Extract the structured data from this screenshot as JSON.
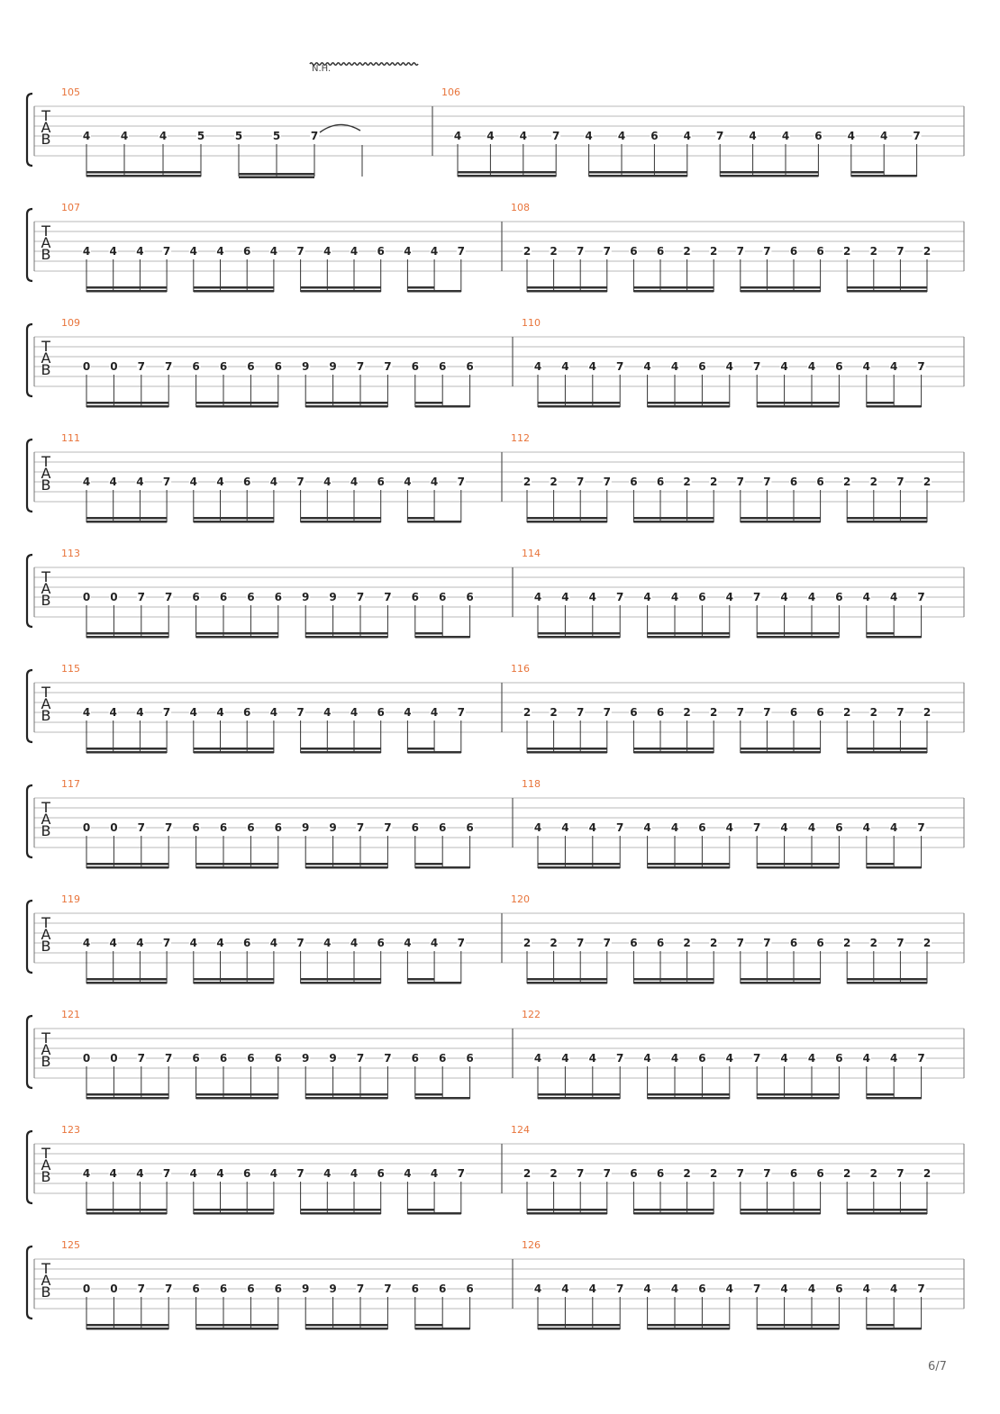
{
  "page": {
    "number_label": "6/7"
  },
  "colors": {
    "measure_number": "#e8743b",
    "staff_line": "#b8b8b8",
    "ink": "#333333"
  },
  "tab_clef": {
    "letters": [
      "T",
      "A",
      "B"
    ]
  },
  "annotations": {
    "natural_harmonic": "N.H."
  },
  "patterns": {
    "A": [
      "4",
      "4",
      "4",
      "7",
      "4",
      "4",
      "6",
      "4",
      "7",
      "4",
      "4",
      "6",
      "4",
      "4",
      "7"
    ],
    "B": [
      "2",
      "2",
      "7",
      "7",
      "6",
      "6",
      "2",
      "2",
      "7",
      "7",
      "6",
      "6",
      "2",
      "2",
      "7",
      "2"
    ],
    "C": [
      "0",
      "0",
      "7",
      "7",
      "6",
      "6",
      "6",
      "6",
      "9",
      "9",
      "7",
      "7",
      "6",
      "6",
      "6"
    ]
  },
  "systems": [
    {
      "measures": [
        {
          "number": "105",
          "notes": [
            "4",
            "4",
            "4",
            "5",
            "5",
            "5",
            "7"
          ]
        },
        {
          "number": "106",
          "pattern": "A"
        }
      ]
    },
    {
      "measures": [
        {
          "number": "107",
          "pattern": "A"
        },
        {
          "number": "108",
          "pattern": "B"
        }
      ]
    },
    {
      "measures": [
        {
          "number": "109",
          "pattern": "C"
        },
        {
          "number": "110",
          "pattern": "A"
        }
      ]
    },
    {
      "measures": [
        {
          "number": "111",
          "pattern": "A"
        },
        {
          "number": "112",
          "pattern": "B"
        }
      ]
    },
    {
      "measures": [
        {
          "number": "113",
          "pattern": "C"
        },
        {
          "number": "114",
          "pattern": "A"
        }
      ]
    },
    {
      "measures": [
        {
          "number": "115",
          "pattern": "A"
        },
        {
          "number": "116",
          "pattern": "B"
        }
      ]
    },
    {
      "measures": [
        {
          "number": "117",
          "pattern": "C"
        },
        {
          "number": "118",
          "pattern": "A"
        }
      ]
    },
    {
      "measures": [
        {
          "number": "119",
          "pattern": "A"
        },
        {
          "number": "120",
          "pattern": "B"
        }
      ]
    },
    {
      "measures": [
        {
          "number": "121",
          "pattern": "C"
        },
        {
          "number": "122",
          "pattern": "A"
        }
      ]
    },
    {
      "measures": [
        {
          "number": "123",
          "pattern": "A"
        },
        {
          "number": "124",
          "pattern": "B"
        }
      ]
    },
    {
      "measures": [
        {
          "number": "125",
          "pattern": "C"
        },
        {
          "number": "126",
          "pattern": "A"
        }
      ]
    }
  ]
}
